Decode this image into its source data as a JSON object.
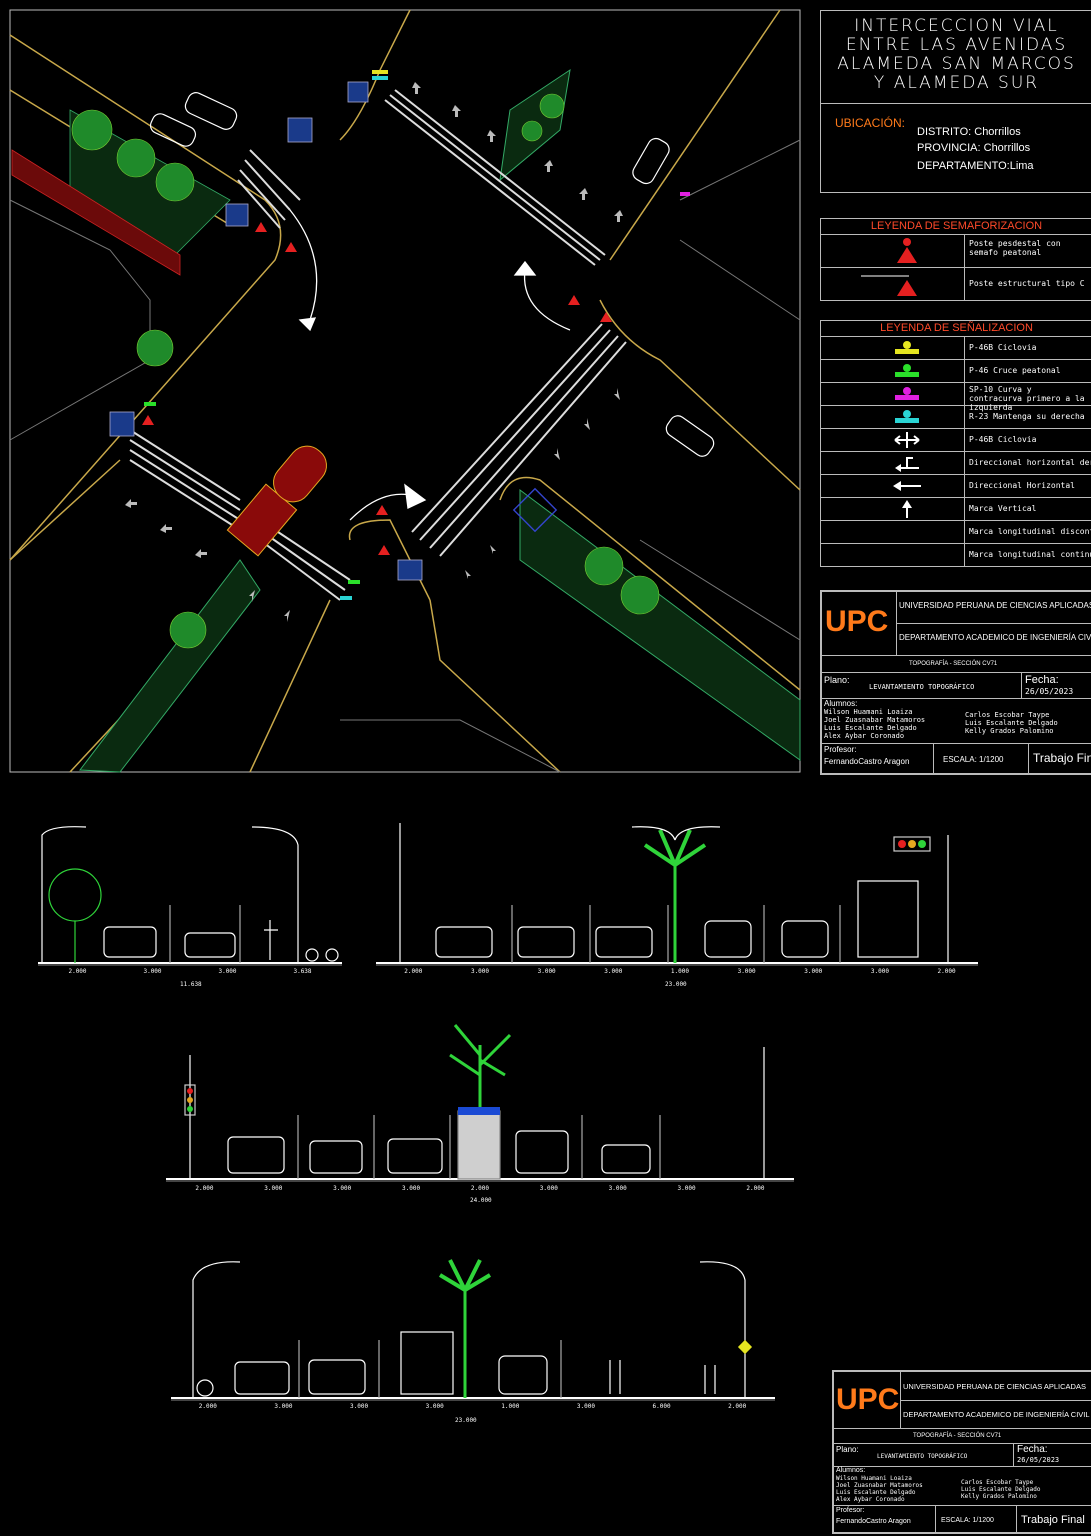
{
  "title_lines": [
    "INTERCECCION VIAL",
    "ENTRE LAS AVENIDAS",
    "ALAMEDA SAN MARCOS",
    "Y ALAMEDA SUR"
  ],
  "location": {
    "label": "UBICACIÓN:",
    "distrito": "DISTRITO: Chorrillos",
    "provincia": "PROVINCIA: Chorrillos",
    "departamento": "DEPARTAMENTO:Lima"
  },
  "legend_semaforizacion": {
    "title": "LEYENDA DE SEMAFORIZACION",
    "rows": [
      "Poste pesdestal con semafo peatonal",
      "Poste estructural tipo C"
    ]
  },
  "legend_senalizacion": {
    "title": "LEYENDA DE SEÑALIZACION",
    "rows": [
      "P-46B Ciclovia",
      "P-46 Cruce peatonal",
      "SP-10 Curva y contracurva primero a la izquierda",
      "R-23 Mantenga su derecha",
      "P-46B Ciclovia",
      "Direccional horizontal derech",
      "Direccional Horizontal",
      "Marca Vertical",
      "Marca longitudinal discontin",
      "Marca longitudinal continua"
    ]
  },
  "title_block": {
    "logo": "UPC",
    "university": "UNIVERSIDAD PERUANA DE CIENCIAS APLICADAS",
    "department": "DEPARTAMENTO ACADEMICO DE INGENIERÍA CIVIL",
    "course": "TOPOGRAFÍA - SECCIÓN CV71",
    "plano_label": "Plano:",
    "plano": "LEVANTAMIENTO TOPOGRÁFICO",
    "fecha_label": "Fecha:",
    "fecha": "26/05/2023",
    "alumnos_label": "Alumnos:",
    "alumnos_left": [
      "Wilson Huamani Loaiza",
      "Joel Zuasnabar Matamoros",
      "Luis Escalante Delgado",
      "Alex Aybar Coronado"
    ],
    "alumnos_right": [
      "Carlos Escobar Taype",
      "Luis Escalante Delgado",
      "Kelly Grados Palomino"
    ],
    "profesor_label": "Profesor:",
    "profesor": "FernandoCastro Aragon",
    "escala": "ESCALA: 1/1200",
    "entrega": "Trabajo Final"
  },
  "sections": {
    "s1": {
      "dims": [
        "2.000",
        "3.000",
        "3.000",
        "3.638"
      ],
      "total": "11.638"
    },
    "s2": {
      "dims": [
        "2.000",
        "3.000",
        "3.000",
        "3.000",
        "1.000",
        "3.000",
        "3.000",
        "3.000",
        "2.000"
      ],
      "total": "23.000"
    },
    "s3": {
      "dims": [
        "2.000",
        "3.000",
        "3.000",
        "3.000",
        "2.000",
        "3.000",
        "3.000",
        "3.000",
        "2.000"
      ],
      "total": "24.000"
    },
    "s4": {
      "dims": [
        "2.000",
        "3.000",
        "3.000",
        "3.000",
        "1.000",
        "3.000",
        "6.000",
        "2.000"
      ],
      "total": "23.000"
    }
  },
  "colors": {
    "accent": "#ff7a1a",
    "legend_title": "#ff4a2a",
    "road_line": "#c8a84a",
    "vegetation": "#2fa84a",
    "signal_red": "#e52020"
  }
}
